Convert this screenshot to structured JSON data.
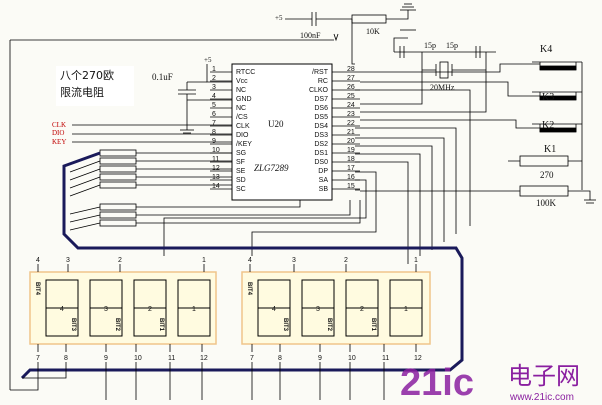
{
  "chip": {
    "name": "U20",
    "part": "ZLG7289",
    "left_pins": [
      {
        "num": "1",
        "name": "RTCC"
      },
      {
        "num": "2",
        "name": "Vcc"
      },
      {
        "num": "3",
        "name": "NC"
      },
      {
        "num": "4",
        "name": "GND"
      },
      {
        "num": "5",
        "name": "NC"
      },
      {
        "num": "6",
        "name": "/CS"
      },
      {
        "num": "7",
        "name": "CLK"
      },
      {
        "num": "8",
        "name": "DIO"
      },
      {
        "num": "9",
        "name": "/KEY"
      },
      {
        "num": "10",
        "name": "SG"
      },
      {
        "num": "11",
        "name": "SF"
      },
      {
        "num": "12",
        "name": "SE"
      },
      {
        "num": "13",
        "name": "SD"
      },
      {
        "num": "14",
        "name": "SC"
      }
    ],
    "right_pins": [
      {
        "num": "28",
        "name": "/RST"
      },
      {
        "num": "27",
        "name": "RC"
      },
      {
        "num": "26",
        "name": "CLKO"
      },
      {
        "num": "25",
        "name": "DS7"
      },
      {
        "num": "24",
        "name": "DS6"
      },
      {
        "num": "23",
        "name": "DS5"
      },
      {
        "num": "22",
        "name": "DS4"
      },
      {
        "num": "21",
        "name": "DS3"
      },
      {
        "num": "20",
        "name": "DS2"
      },
      {
        "num": "19",
        "name": "DS1"
      },
      {
        "num": "18",
        "name": "DS0"
      },
      {
        "num": "17",
        "name": "DP"
      },
      {
        "num": "16",
        "name": "SA"
      },
      {
        "num": "15",
        "name": "SB"
      }
    ]
  },
  "components": {
    "cap_top": "100nF",
    "res_top": "10K",
    "cap_15p_a": "15p",
    "cap_15p_b": "15p",
    "crystal": "20MHz",
    "cap_side": "0.1uF",
    "power_top": "+5",
    "power_chip": "+5",
    "res_270": "270",
    "res_100k": "100K",
    "keys": [
      "K4",
      "K3",
      "K2",
      "K1"
    ]
  },
  "annotation": {
    "line1": "八个270欧",
    "line2": "限流电阻"
  },
  "signals": [
    "CLK",
    "DIO",
    "KEY"
  ],
  "displays": [
    {
      "top_pins": [
        "4",
        "3",
        "2",
        "1"
      ],
      "bottom_pins": [
        "7",
        "8",
        "9",
        "10",
        "11",
        "12"
      ],
      "digits": [
        "4",
        "3",
        "2",
        "1"
      ],
      "bits_top": [
        "BIT4"
      ],
      "bits_bottom": [
        "BIT3",
        "BIT2",
        "BIT1"
      ]
    },
    {
      "top_pins": [
        "4",
        "3",
        "2",
        "1"
      ],
      "bottom_pins": [
        "7",
        "8",
        "9",
        "10",
        "11",
        "12"
      ],
      "digits": [
        "4",
        "3",
        "2",
        "1"
      ],
      "bits_top": [
        "BIT4"
      ],
      "bits_bottom": [
        "BIT3",
        "BIT2",
        "BIT1"
      ]
    }
  ],
  "watermark": {
    "brand": "21ic",
    "cn": "电子网",
    "url": "www.21ic.com"
  },
  "colors": {
    "wire": "#000000",
    "display_fill": "#fffbe0",
    "display_border": "#f0c58a",
    "watermark": "#8a1fa0"
  }
}
